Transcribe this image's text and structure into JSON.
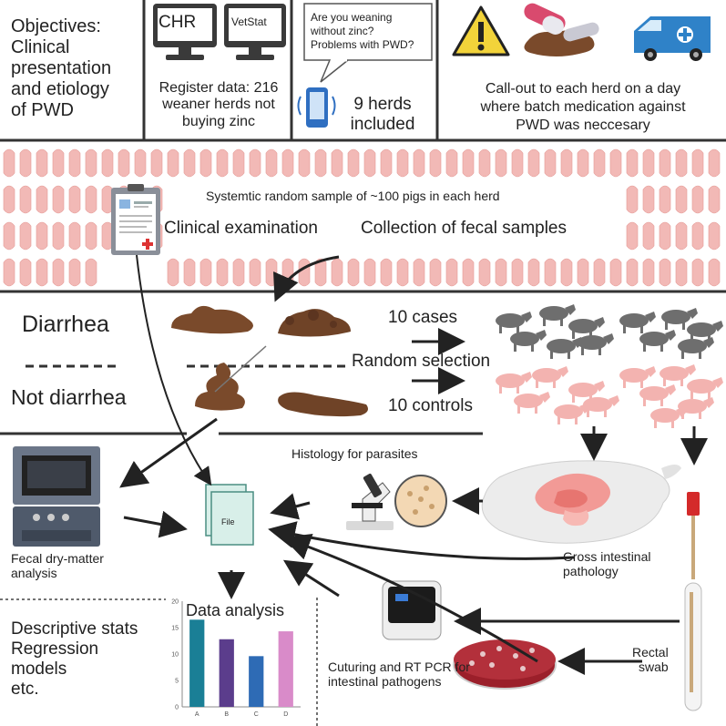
{
  "header": {
    "objectives": "Objectives:\nClinical\npresentation\nand etiology\nof PWD",
    "monitor_left": "CHR",
    "monitor_right": "VetStat",
    "register": "Register data: 216\nweaner herds not\nbuying zinc",
    "bubble": "Are you weaning\nwithout zinc?\nProblems with PWD?",
    "herds": "9 herds\nincluded",
    "callout": "Call-out to each herd on a day\nwhere batch medication against\nPWD was neccesary"
  },
  "sampling": {
    "random_sample": "Systemtic random sample of ~100 pigs in each herd",
    "clinical": "Clinical examination",
    "collection": "Collection of fecal samples"
  },
  "selection": {
    "diarrhea": "Diarrhea",
    "not_diarrhea": "Not diarrhea",
    "cases": "10 cases",
    "random": "Random selection",
    "controls": "10 controls"
  },
  "analysis": {
    "histology": "Histology for parasites",
    "file": "File",
    "dry_matter": "Fecal dry-matter\nanalysis",
    "gross": "Gross intestinal\npathology",
    "culturing": "Cuturing and RT PCR for\nintestinal pathogens",
    "rectal": "Rectal\nswab",
    "data_analysis": "Data analysis",
    "stats": "Descriptive stats\nRegression\nmodels\netc."
  },
  "chart_data": {
    "type": "bar",
    "categories": [
      "A",
      "B",
      "C",
      "D"
    ],
    "values": [
      16.5,
      12.8,
      9.6,
      14.3
    ],
    "ylim": [
      0,
      20
    ],
    "yticks": [
      0,
      5,
      10,
      15,
      20
    ],
    "colors": [
      "#1a7f96",
      "#5b3d8c",
      "#2e6bb5",
      "#d98bc9"
    ],
    "grid": false
  }
}
